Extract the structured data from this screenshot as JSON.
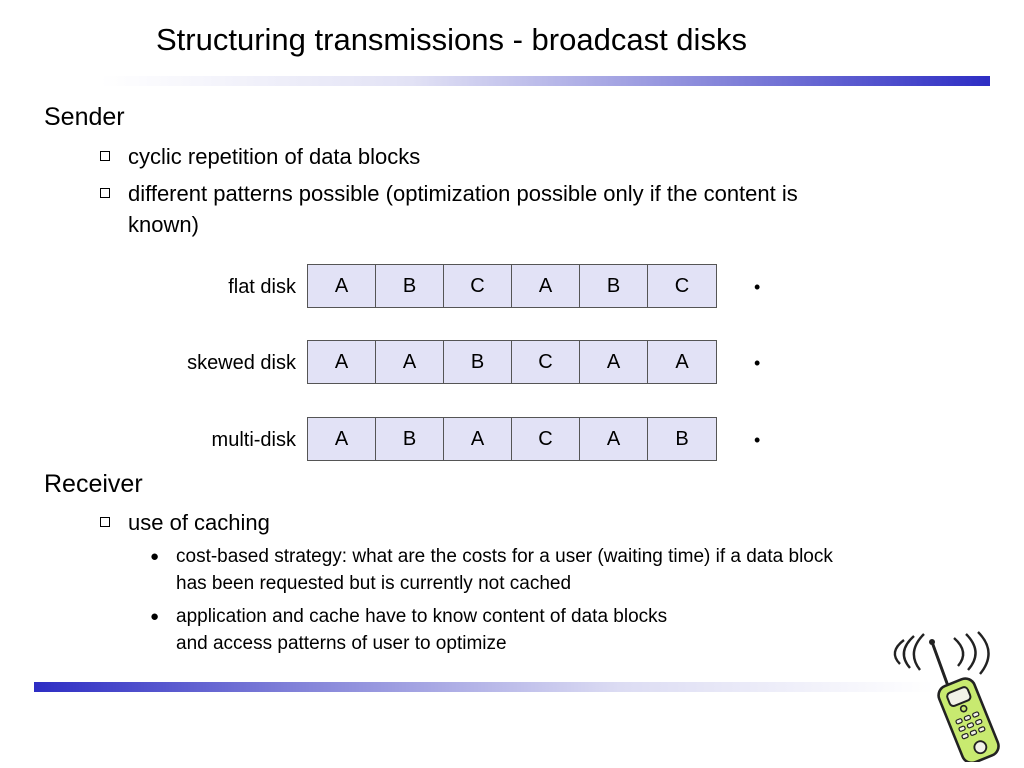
{
  "title": "Structuring transmissions - broadcast disks",
  "sender": {
    "heading": "Sender",
    "items": [
      "cyclic repetition of data blocks",
      "different patterns possible (optimization possible only if the content is",
      "known)"
    ]
  },
  "disks": [
    {
      "label": "flat disk",
      "blocks": [
        "A",
        "B",
        "C",
        "A",
        "B",
        "C"
      ],
      "bullet": "•"
    },
    {
      "label": "skewed disk",
      "blocks": [
        "A",
        "A",
        "B",
        "C",
        "A",
        "A"
      ],
      "bullet": "•"
    },
    {
      "label": "multi-disk",
      "blocks": [
        "A",
        "B",
        "A",
        "C",
        "A",
        "B"
      ],
      "bullet": "•"
    }
  ],
  "receiver": {
    "heading": "Receiver",
    "item": "use of caching",
    "subitems": [
      {
        "line1": "cost-based strategy: what are the costs for a user (waiting time) if a data block",
        "line2": "has been requested but is currently not cached"
      },
      {
        "line1": "application and cache have to know content of data blocks",
        "line2": "and access patterns of user to optimize"
      }
    ]
  },
  "colors": {
    "accent": "#2d2dc4",
    "block_fill": "#e2e2f6",
    "phone_body": "#c8ea70"
  },
  "icons": {
    "bullet_l2": "hollow-square",
    "bullet_l3": "filled-circle",
    "clipart": "mobile-phone-icon"
  }
}
